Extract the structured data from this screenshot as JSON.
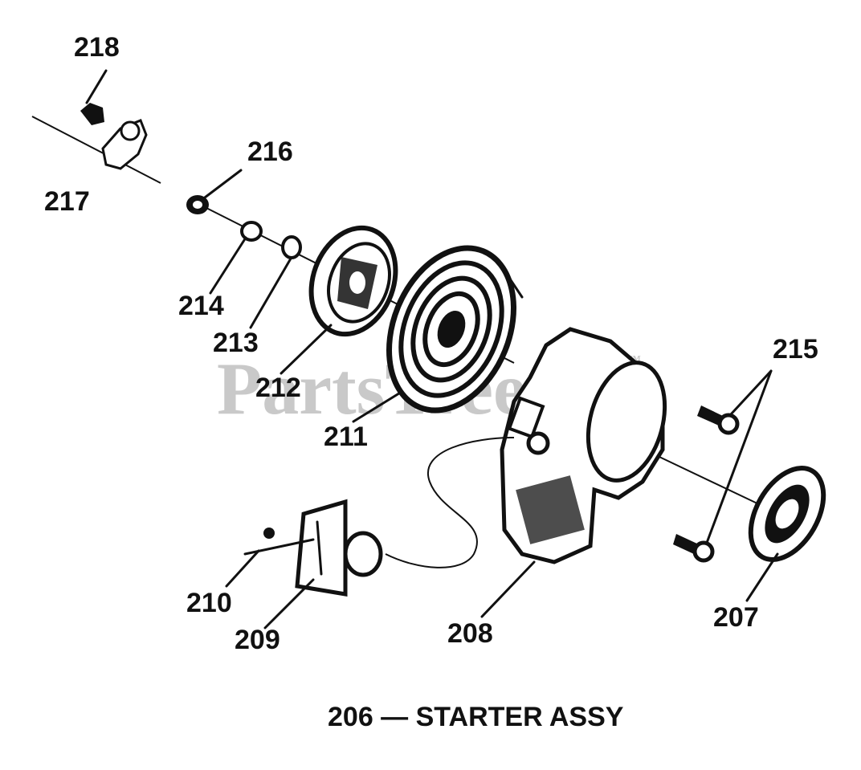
{
  "watermark": "PartsTree",
  "trademark": "™",
  "caption": "206 — STARTER ASSY",
  "parts": [
    {
      "id": "218",
      "name": "218"
    },
    {
      "id": "217",
      "name": "217"
    },
    {
      "id": "216",
      "name": "216"
    },
    {
      "id": "214",
      "name": "214"
    },
    {
      "id": "213",
      "name": "213"
    },
    {
      "id": "212",
      "name": "212"
    },
    {
      "id": "211",
      "name": "211"
    },
    {
      "id": "215",
      "name": "215"
    },
    {
      "id": "210",
      "name": "210"
    },
    {
      "id": "209",
      "name": "209"
    },
    {
      "id": "208",
      "name": "208"
    },
    {
      "id": "207",
      "name": "207"
    }
  ]
}
